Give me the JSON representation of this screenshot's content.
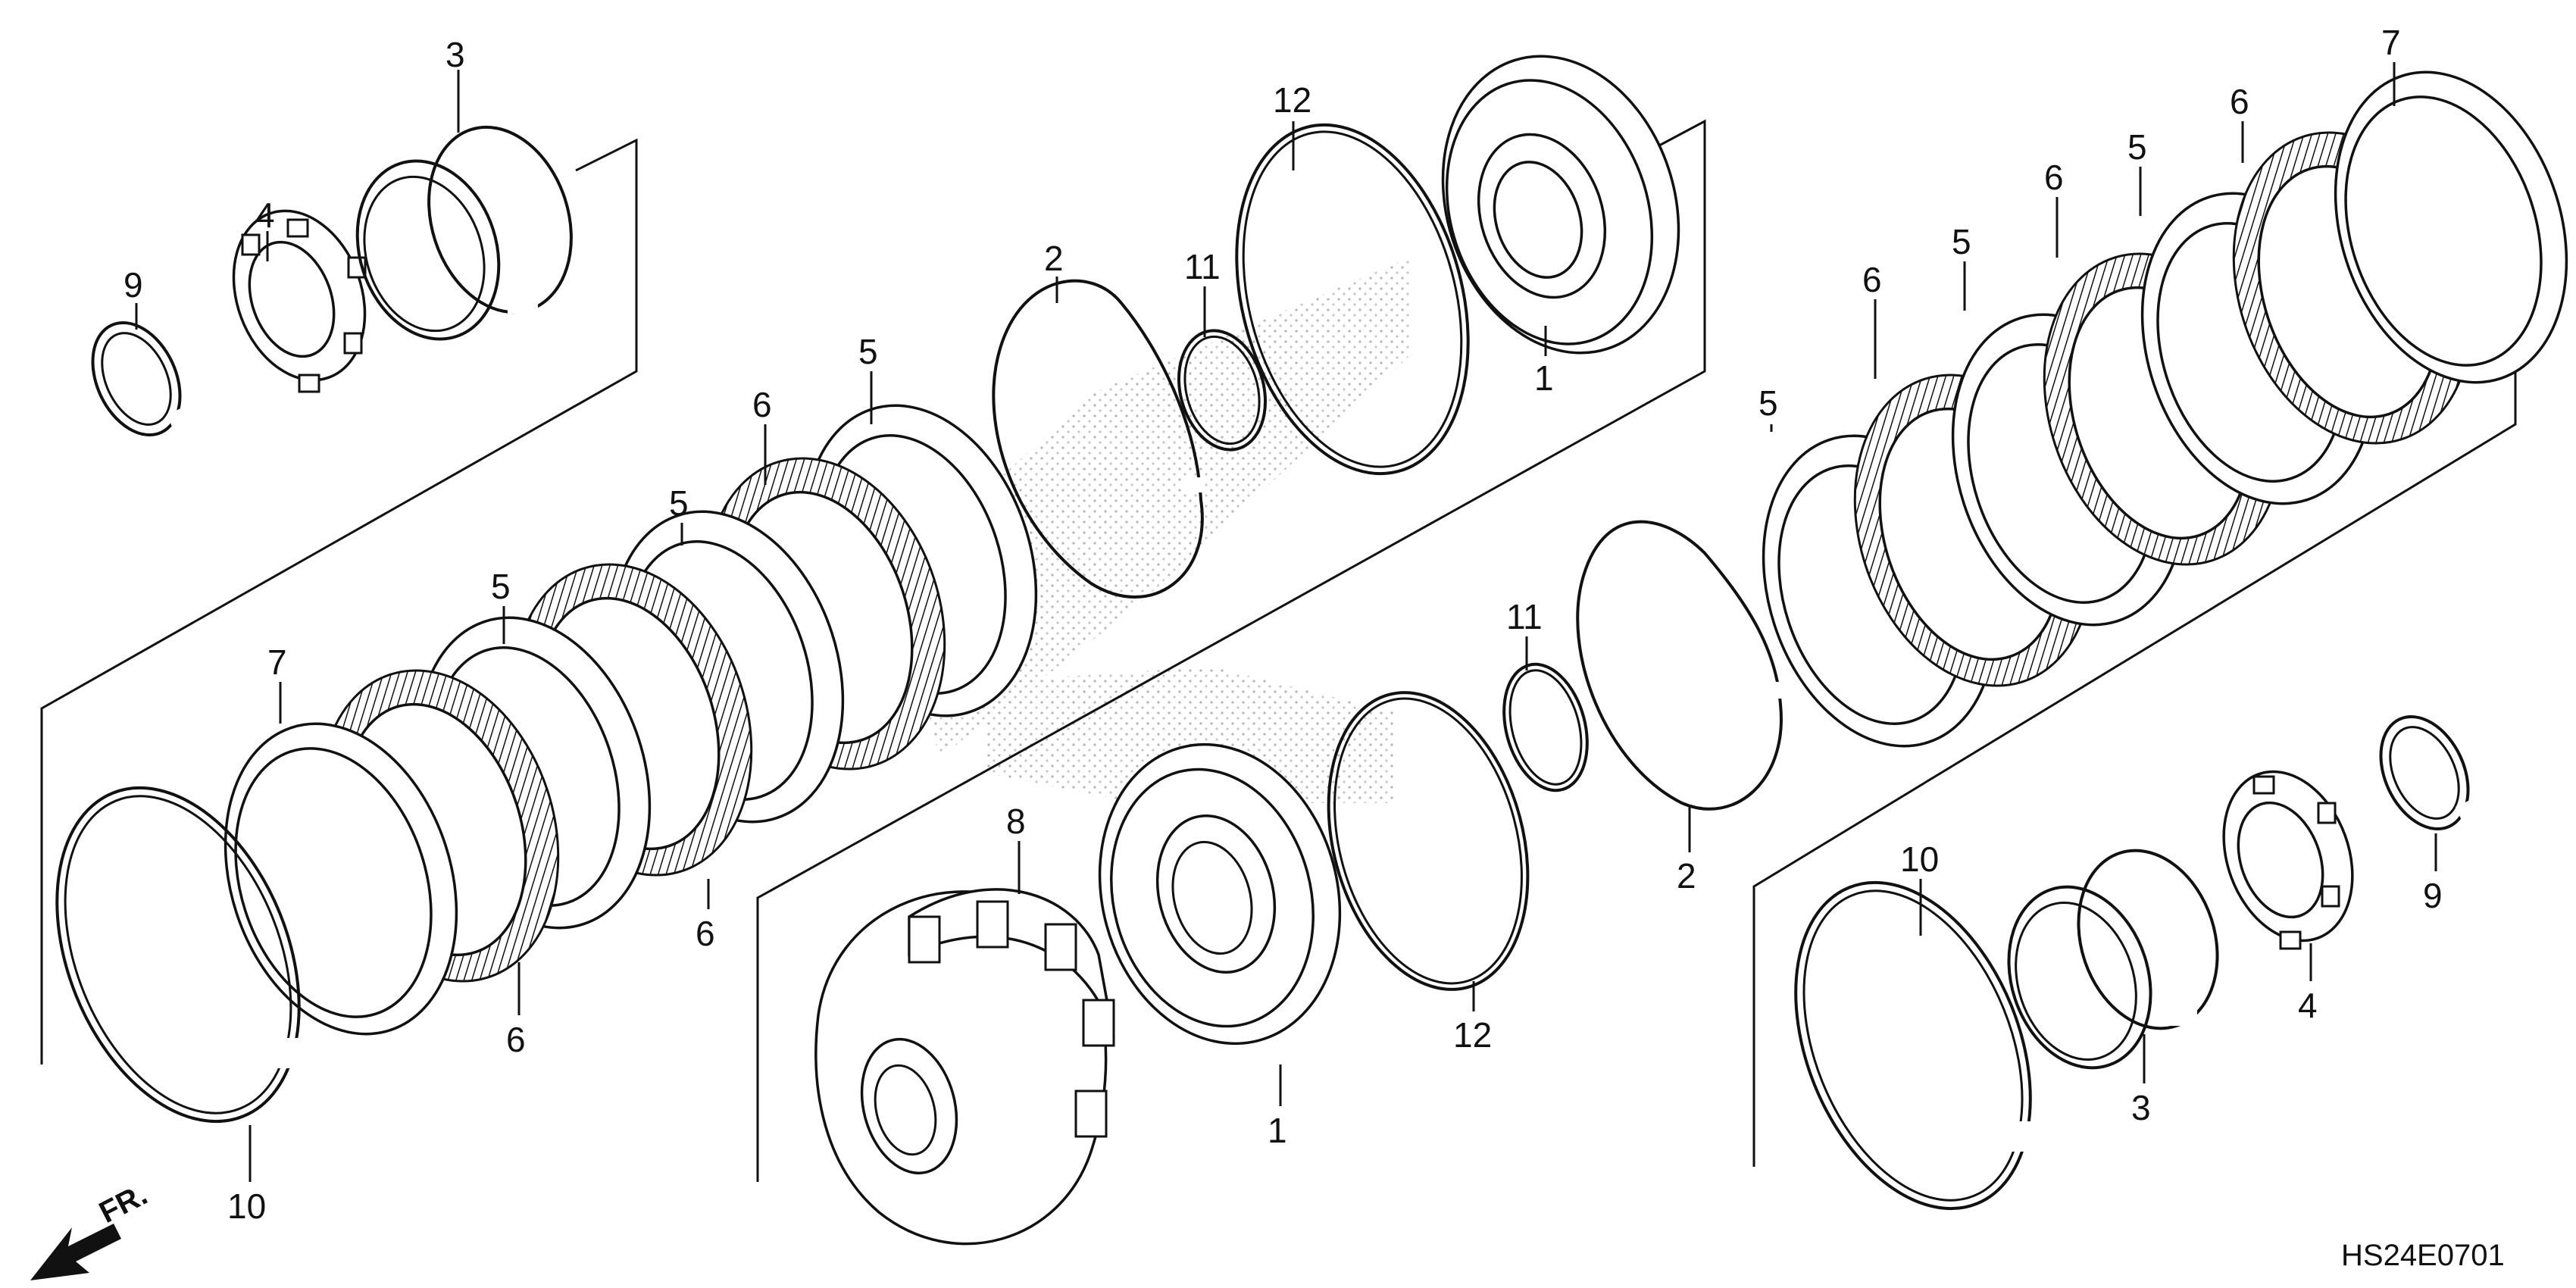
{
  "diagram": {
    "code": "HS24E0701",
    "front_label": "FR.",
    "left_assembly": {
      "labels": [
        {
          "id": "l-3",
          "text": "3"
        },
        {
          "id": "l-4",
          "text": "4"
        },
        {
          "id": "l-9",
          "text": "9"
        },
        {
          "id": "l-12",
          "text": "12"
        },
        {
          "id": "l-2",
          "text": "2"
        },
        {
          "id": "l-11",
          "text": "11"
        },
        {
          "id": "l-1",
          "text": "1"
        },
        {
          "id": "l-5a",
          "text": "5"
        },
        {
          "id": "l-6a",
          "text": "6"
        },
        {
          "id": "l-5b",
          "text": "5"
        },
        {
          "id": "l-5c",
          "text": "5"
        },
        {
          "id": "l-7",
          "text": "7"
        },
        {
          "id": "l-6b",
          "text": "6"
        },
        {
          "id": "l-6c",
          "text": "6"
        },
        {
          "id": "l-10",
          "text": "10"
        },
        {
          "id": "l-8",
          "text": "8"
        }
      ]
    },
    "right_assembly": {
      "labels": [
        {
          "id": "r-7",
          "text": "7"
        },
        {
          "id": "r-6a",
          "text": "6"
        },
        {
          "id": "r-5a",
          "text": "5"
        },
        {
          "id": "r-6b",
          "text": "6"
        },
        {
          "id": "r-5b",
          "text": "5"
        },
        {
          "id": "r-6c",
          "text": "6"
        },
        {
          "id": "r-5c",
          "text": "5"
        },
        {
          "id": "r-11",
          "text": "11"
        },
        {
          "id": "r-2",
          "text": "2"
        },
        {
          "id": "r-12",
          "text": "12"
        },
        {
          "id": "r-1",
          "text": "1"
        },
        {
          "id": "r-10",
          "text": "10"
        },
        {
          "id": "r-3",
          "text": "3"
        },
        {
          "id": "r-4",
          "text": "4"
        },
        {
          "id": "r-9",
          "text": "9"
        }
      ]
    }
  }
}
